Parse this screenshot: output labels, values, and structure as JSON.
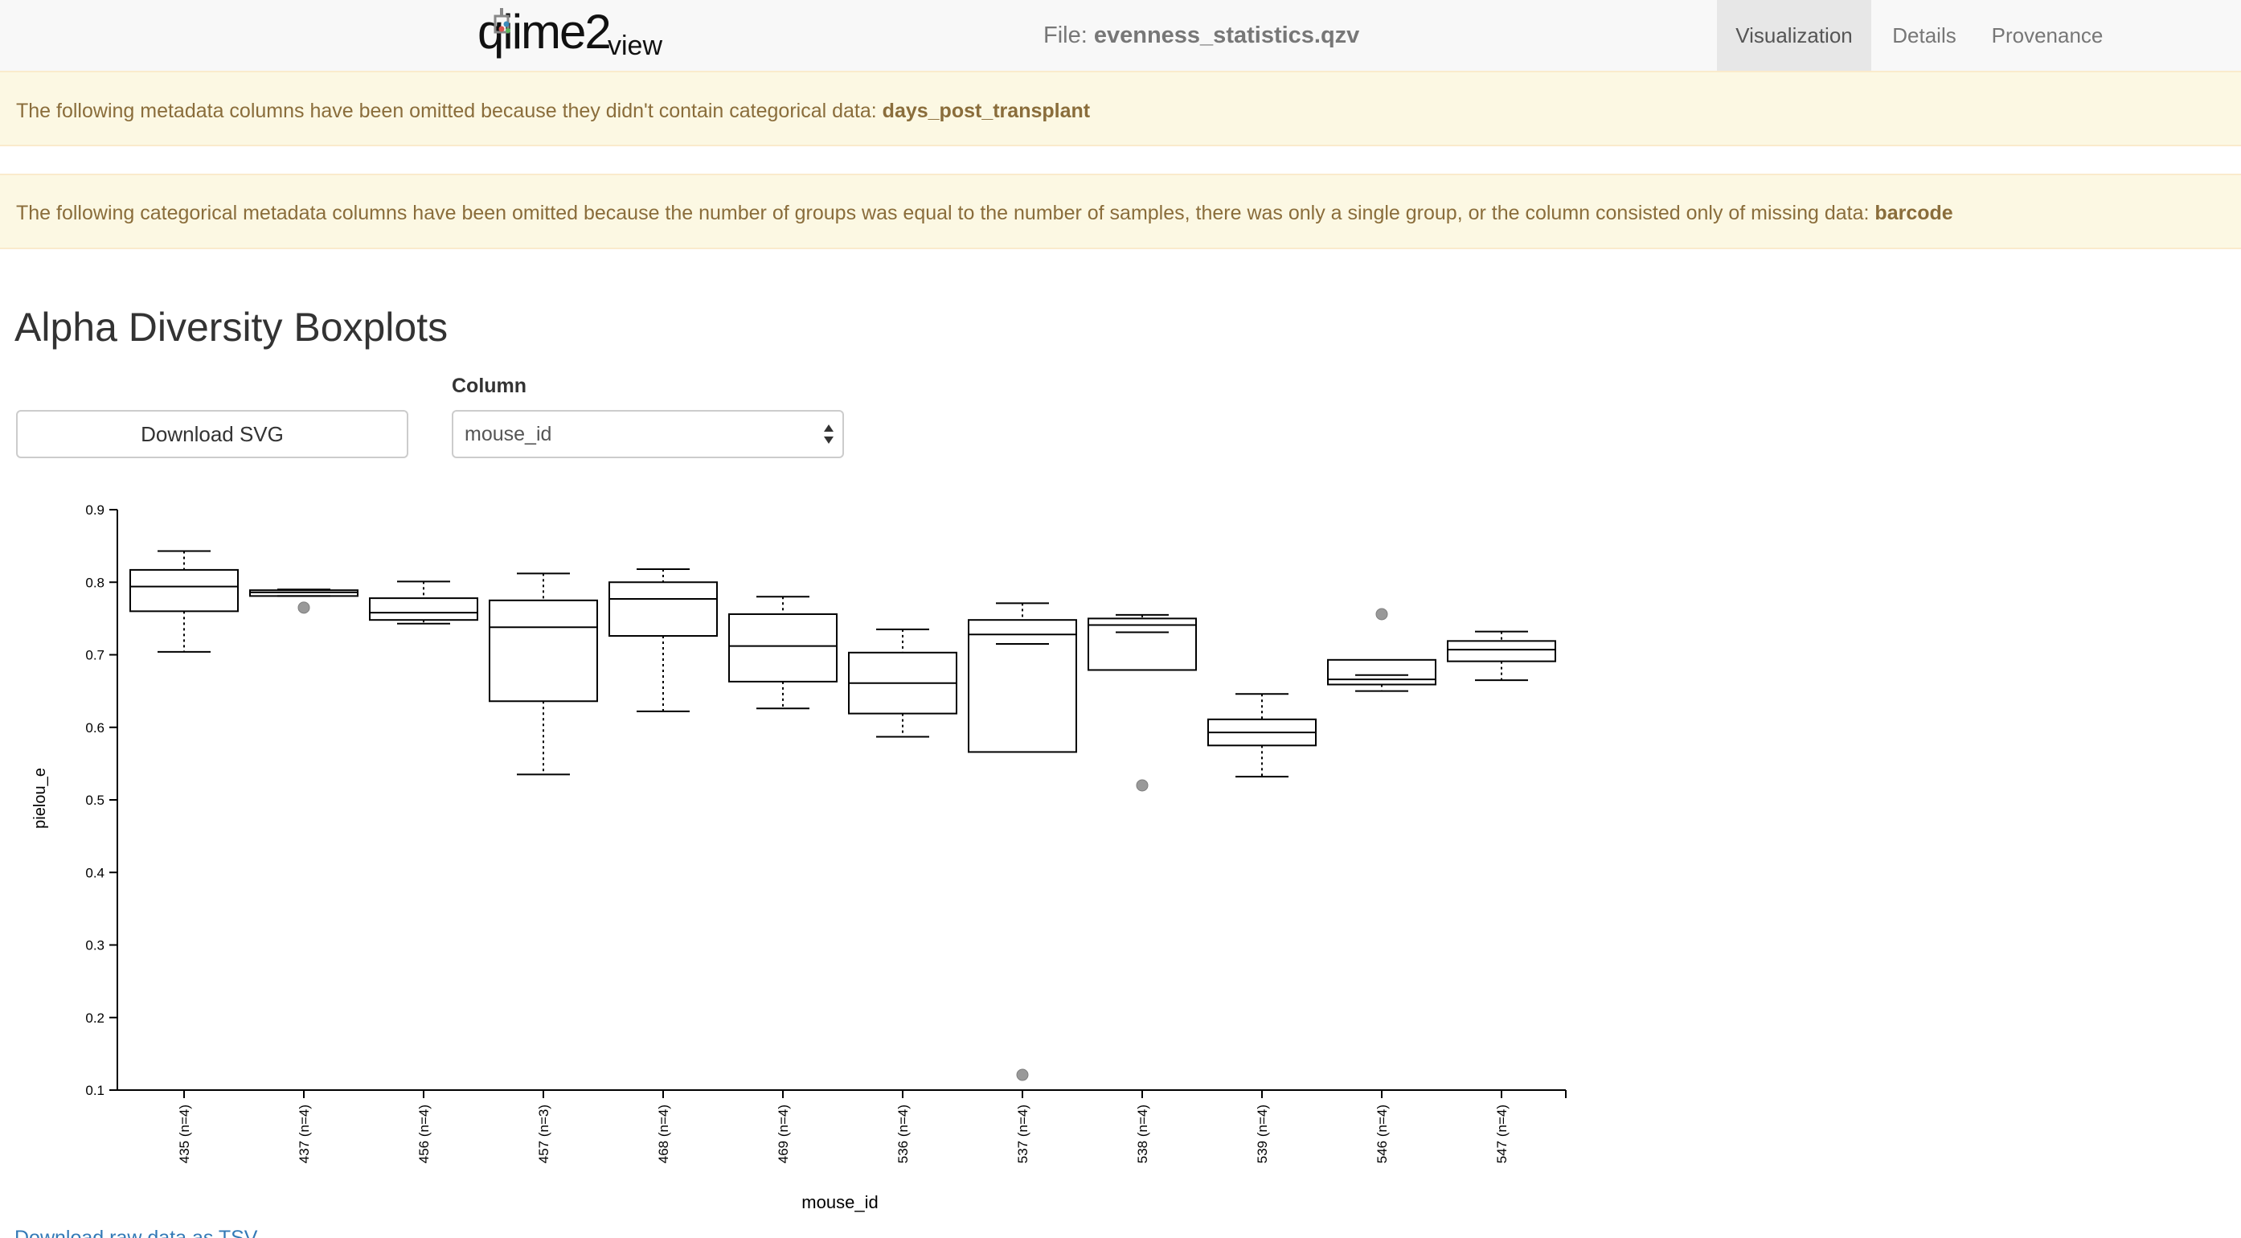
{
  "nav": {
    "logo_text": "qiime2",
    "logo_view": "view",
    "file_label": "File:",
    "file_name": "evenness_statistics.qzv",
    "tabs": [
      {
        "label": "Visualization",
        "active": true
      },
      {
        "label": "Details",
        "active": false
      },
      {
        "label": "Provenance",
        "active": false
      }
    ]
  },
  "alerts": {
    "first": {
      "text": "The following metadata columns have been omitted because they didn't contain categorical data:",
      "columns": "days_post_transplant"
    },
    "second": {
      "text": "The following categorical metadata columns have been omitted because the number of groups was equal to the number of samples, there was only a single group, or the column consisted only of missing data:",
      "columns": "barcode"
    }
  },
  "page_title": "Alpha Diversity Boxplots",
  "controls": {
    "download_svg_label": "Download SVG",
    "column_label": "Column",
    "column_selected": "mouse_id"
  },
  "download_link_text": "Download raw data as TSV",
  "colors": {
    "box_stroke": "#000000",
    "outlier_fill": "#999999",
    "alert_bg": "#fcf8e3",
    "alert_text": "#8a6d3b",
    "link": "#337ab7"
  },
  "chart_data": {
    "type": "boxplot",
    "title": "",
    "xlabel": "mouse_id",
    "ylabel": "pielou_e",
    "ylim": [
      0.1,
      0.9
    ],
    "yticks": [
      0.1,
      0.2,
      0.3,
      0.4,
      0.5,
      0.6,
      0.7,
      0.8,
      0.9
    ],
    "grid": false,
    "categories": [
      "435 (n=4)",
      "437 (n=4)",
      "456 (n=4)",
      "457 (n=3)",
      "468 (n=4)",
      "469 (n=4)",
      "536 (n=4)",
      "537 (n=4)",
      "538 (n=4)",
      "539 (n=4)",
      "546 (n=4)",
      "547 (n=4)"
    ],
    "boxes": [
      {
        "whisker_low": 0.704,
        "q1": 0.76,
        "median": 0.794,
        "q3": 0.817,
        "whisker_high": 0.843,
        "outliers": []
      },
      {
        "whisker_low": 0.781,
        "q1": 0.781,
        "median": 0.786,
        "q3": 0.789,
        "whisker_high": 0.79,
        "outliers": [
          0.765
        ]
      },
      {
        "whisker_low": 0.743,
        "q1": 0.748,
        "median": 0.758,
        "q3": 0.778,
        "whisker_high": 0.801,
        "outliers": []
      },
      {
        "whisker_low": 0.535,
        "q1": 0.636,
        "median": 0.738,
        "q3": 0.775,
        "whisker_high": 0.812,
        "outliers": []
      },
      {
        "whisker_low": 0.622,
        "q1": 0.726,
        "median": 0.777,
        "q3": 0.8,
        "whisker_high": 0.818,
        "outliers": []
      },
      {
        "whisker_low": 0.626,
        "q1": 0.663,
        "median": 0.712,
        "q3": 0.756,
        "whisker_high": 0.78,
        "outliers": []
      },
      {
        "whisker_low": 0.587,
        "q1": 0.619,
        "median": 0.661,
        "q3": 0.703,
        "whisker_high": 0.735,
        "outliers": []
      },
      {
        "whisker_low": 0.715,
        "q1": 0.566,
        "median": 0.728,
        "q3": 0.748,
        "whisker_high": 0.771,
        "outliers": [
          0.121
        ]
      },
      {
        "whisker_low": 0.731,
        "q1": 0.679,
        "median": 0.741,
        "q3": 0.75,
        "whisker_high": 0.755,
        "outliers": [
          0.52
        ]
      },
      {
        "whisker_low": 0.532,
        "q1": 0.575,
        "median": 0.593,
        "q3": 0.611,
        "whisker_high": 0.646,
        "outliers": []
      },
      {
        "whisker_low": 0.65,
        "q1": 0.659,
        "median": 0.666,
        "q3": 0.693,
        "whisker_high": 0.672,
        "outliers": [
          0.756
        ]
      },
      {
        "whisker_low": 0.665,
        "q1": 0.691,
        "median": 0.707,
        "q3": 0.719,
        "whisker_high": 0.732,
        "outliers": []
      }
    ]
  }
}
